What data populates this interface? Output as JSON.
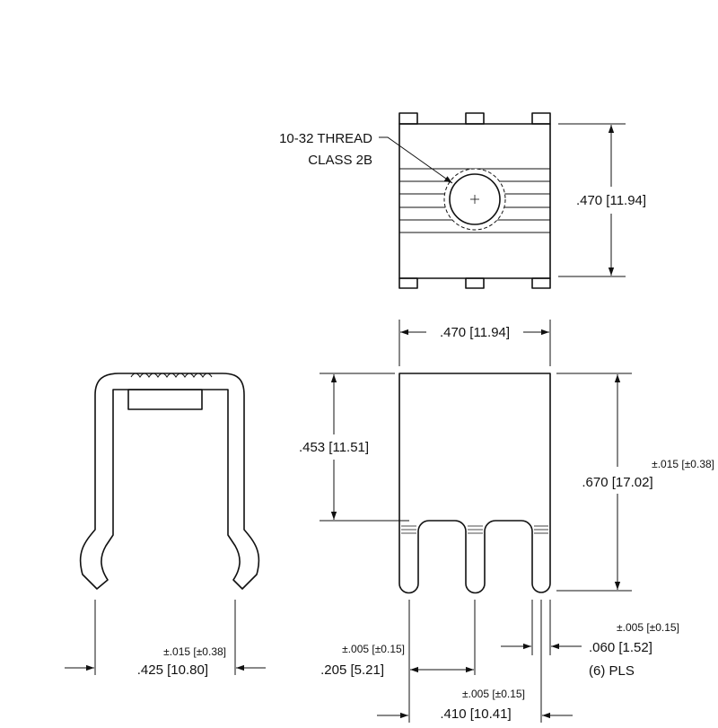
{
  "labels": {
    "thread_line1": "10-32 THREAD",
    "thread_line2": "CLASS 2B",
    "top_height": ".470 [11.94]",
    "front_width": ".470 [11.94]",
    "slot_depth": ".453 [11.51]",
    "overall_tol": "±.015 [±0.38]",
    "overall_height": ".670 [17.02]",
    "clip_tol": "±.015 [±0.38]",
    "clip_width": ".425 [10.80]",
    "pitch1_tol": "±.005 [±0.15]",
    "pitch1": ".205 [5.21]",
    "pitch2_tol": "±.005 [±0.15]",
    "pitch2": ".410 [10.41]",
    "pin_tol": "±.005 [±0.15]",
    "pin_width": ".060 [1.52]",
    "pin_count": "(6) PLS"
  },
  "colors": {
    "line": "#111111",
    "background": "#ffffff"
  }
}
